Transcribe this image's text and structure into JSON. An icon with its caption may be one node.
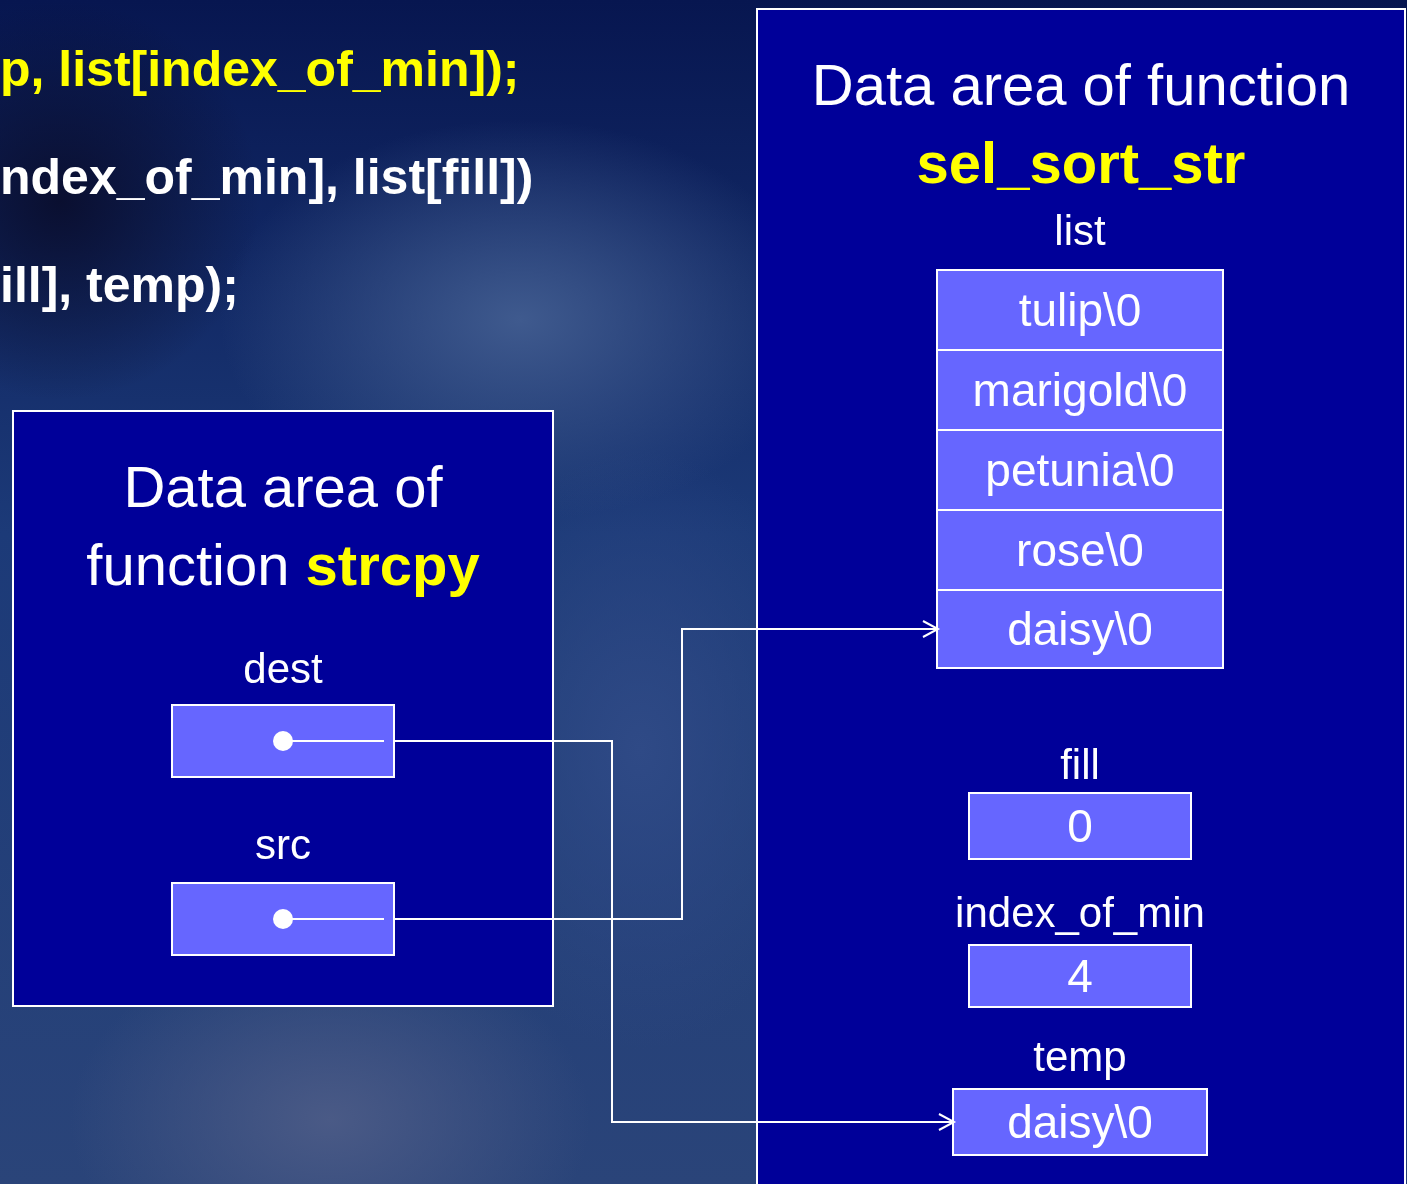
{
  "diagram": {
    "nodes": [
      {
        "text": [
          "Data area of function **sel_sort_str**"
        ]
      },
      {
        "text": [
          "list"
        ],
        "in": 0
      },
      {
        "text": [
          "tulip\\0"
        ],
        "in": 0
      },
      {
        "text": [
          "marigold\\0"
        ],
        "in": 0
      },
      {
        "text": [
          "petunia\\0"
        ],
        "in": 0
      },
      {
        "text": [
          "rose\\0"
        ],
        "in": 0
      },
      {
        "text": [
          "daisy\\0"
        ],
        "in": 0
      },
      {
        "text": [
          "fill",
          "0"
        ],
        "in": 0
      },
      {
        "text": [
          "index_of_min",
          "4"
        ],
        "in": 0
      },
      {
        "text": [
          "temp",
          "daisy\\0"
        ],
        "in": 0
      },
      {
        "text": [
          "Data area of function **strcpy**"
        ]
      },
      {
        "text": [
          "dest"
        ],
        "in": 10
      },
      {
        "text": [
          "src"
        ],
        "in": 10
      }
    ],
    "edges": [
      {
        "from": 11,
        "to": 9,
        "arrow": "to"
      },
      {
        "from": 12,
        "to": 6,
        "arrow": "to"
      }
    ],
    "labels": [
      "p, list[index_of_min]);",
      "ndex_of_min], list[fill])",
      "ill], temp);"
    ]
  }
}
